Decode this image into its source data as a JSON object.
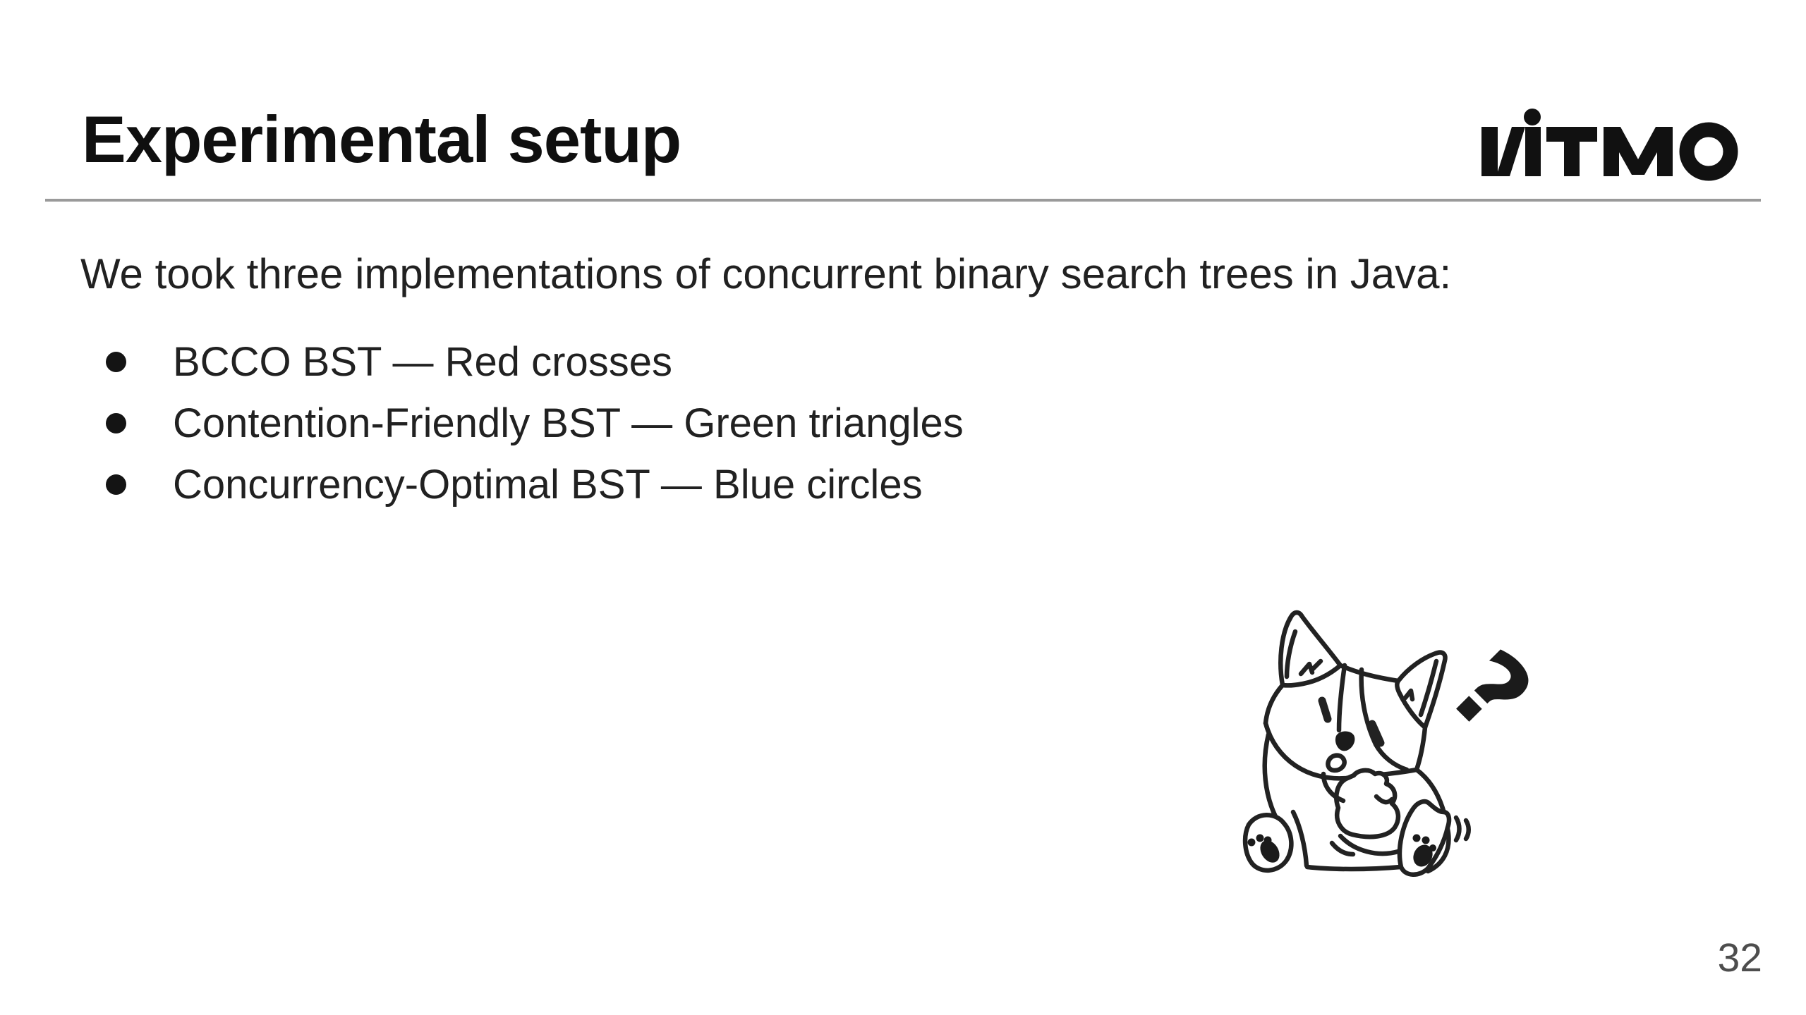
{
  "title": "Experimental setup",
  "intro": "We took three implementations of concurrent binary search trees in Java:",
  "bullets": [
    "BCCO BST — Red crosses",
    "Contention-Friendly BST — Green triangles",
    "Concurrency-Optimal BST — Blue circles"
  ],
  "logo": {
    "text": "ИТМО"
  },
  "illustration": {
    "name": "thinking-corgi-with-question-mark",
    "question_mark": "?"
  },
  "page_number": "32",
  "colors": {
    "background": "#ffffff",
    "title_text": "#0f0f0f",
    "body_text": "#212121",
    "rule": "#9a9a9a",
    "page_number": "#4d4d4d",
    "illustration_ink": "#222222"
  }
}
